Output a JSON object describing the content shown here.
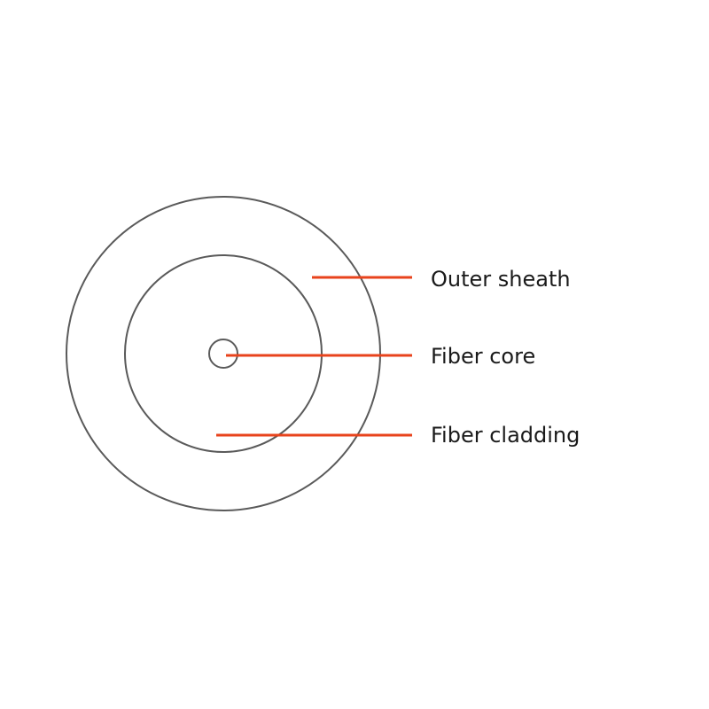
{
  "colors": {
    "ring": "#5a5a5a",
    "leader": "#e8431c",
    "text": "#1a1a1a",
    "background": "#ffffff"
  },
  "labels": {
    "outer_sheath": "Outer sheath",
    "fiber_core": "Fiber core",
    "fiber_cladding": "Fiber cladding"
  }
}
